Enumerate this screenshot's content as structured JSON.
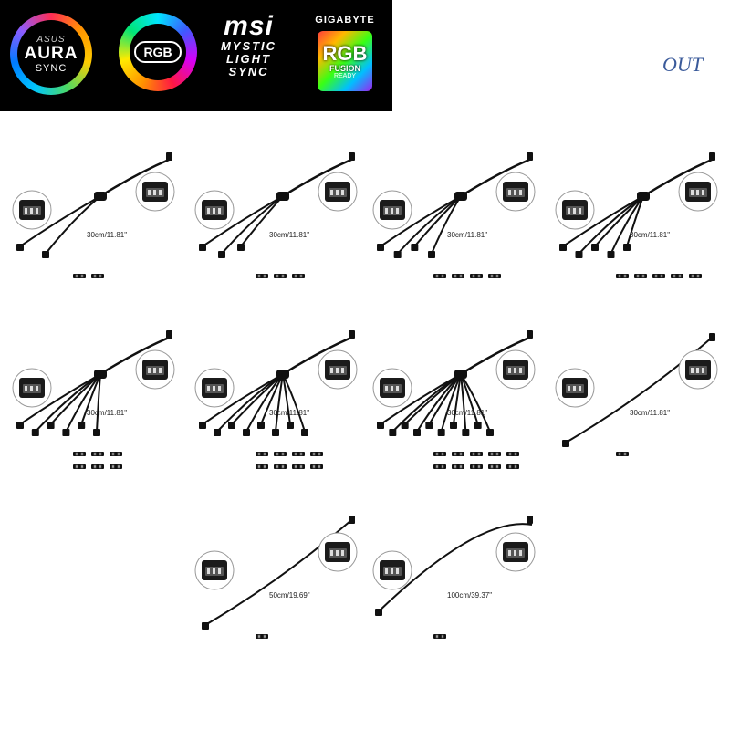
{
  "banner": {
    "aura": {
      "brand": "ASUS",
      "word": "AURA",
      "sync": "SYNC"
    },
    "rgb": {
      "label": "RGB"
    },
    "msi": {
      "word": "msi",
      "line1": "MYSTIC",
      "line2": "LIGHT",
      "line3": "SYNC"
    },
    "gigabyte": {
      "word": "GIGABYTE",
      "rgb": "RGB",
      "fusion": "FUSION",
      "ready": "READY"
    }
  },
  "watermark": "OUT",
  "products": [
    {
      "length_label": "30cm/11.81\"",
      "outputs": 2,
      "pins": 2
    },
    {
      "length_label": "30cm/11.81\"",
      "outputs": 3,
      "pins": 3
    },
    {
      "length_label": "30cm/11.81\"",
      "outputs": 4,
      "pins": 4
    },
    {
      "length_label": "30cm/11.81\"",
      "outputs": 5,
      "pins": 5
    },
    {
      "length_label": "30cm/11.81\"",
      "outputs": 6,
      "pins": 6
    },
    {
      "length_label": "30cm/11.81\"",
      "outputs": 8,
      "pins": 8
    },
    {
      "length_label": "30cm/11.81\"",
      "outputs": 10,
      "pins": 10
    },
    {
      "length_label": "30cm/11.81\"",
      "outputs": 1,
      "pins": 1
    },
    {
      "length_label": "50cm/19.69\"",
      "outputs": 1,
      "pins": 1
    },
    {
      "length_label": "100cm/39.37\"",
      "outputs": 1,
      "pins": 1
    }
  ]
}
